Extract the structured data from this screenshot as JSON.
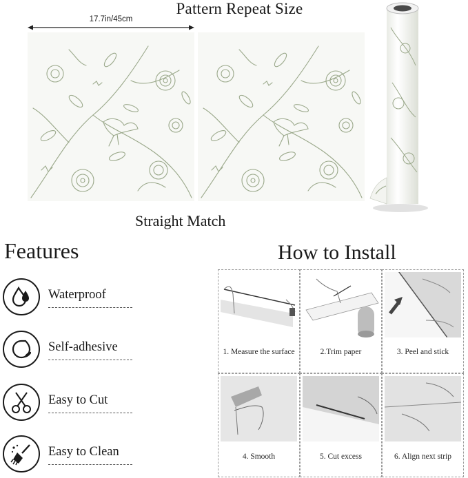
{
  "pattern": {
    "title": "Pattern Repeat Size",
    "dimension_label": "17.7in/45cm",
    "match_label": "Straight Match",
    "accent_color": "#9aa88a",
    "background_color": "#f7f8f5"
  },
  "features": {
    "title": "Features",
    "items": [
      {
        "label": "Waterproof",
        "icon": "water-drops-icon"
      },
      {
        "label": "Self-adhesive",
        "icon": "peel-sticker-icon"
      },
      {
        "label": "Easy to Cut",
        "icon": "scissors-icon"
      },
      {
        "label": "Easy to Clean",
        "icon": "cleaning-brush-icon"
      }
    ]
  },
  "install": {
    "title": "How to Install",
    "steps": [
      {
        "label": "1. Measure the surface"
      },
      {
        "label": "2.Trim paper"
      },
      {
        "label": "3. Peel and stick"
      },
      {
        "label": "4. Smooth"
      },
      {
        "label": "5. Cut excess"
      },
      {
        "label": "6. Align next strip"
      }
    ]
  }
}
